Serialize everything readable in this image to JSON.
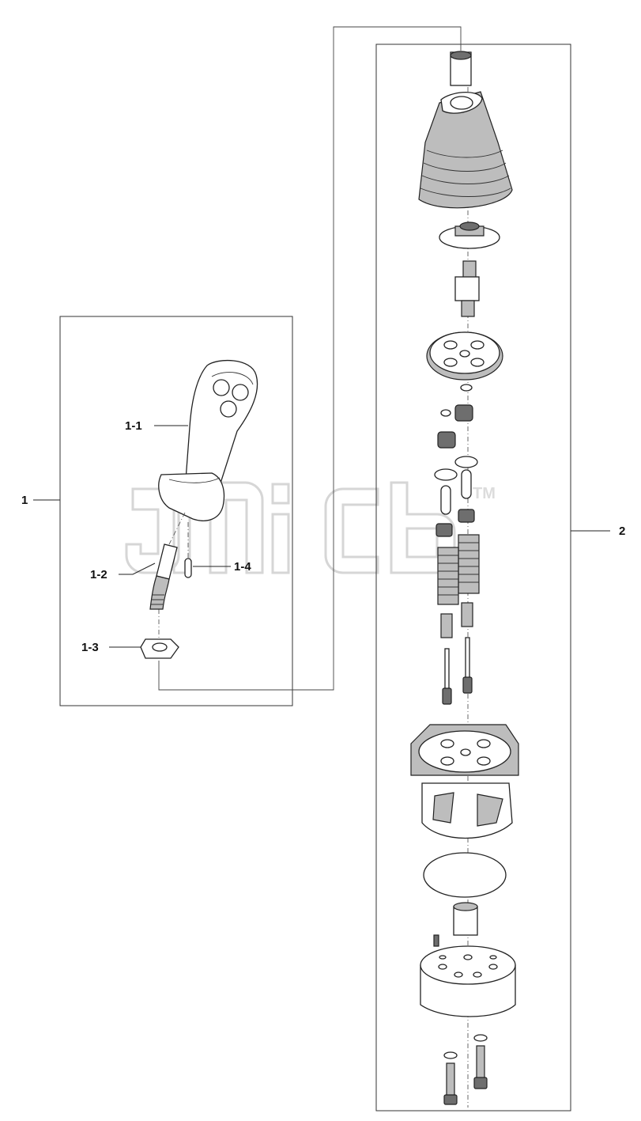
{
  "watermark": {
    "text": "TM"
  },
  "labels": {
    "assembly_1": "1",
    "assembly_2": "2",
    "part_1_1": "1-1",
    "part_1_2": "1-2",
    "part_1_3": "1-3",
    "part_1_4": "1-4"
  },
  "colors": {
    "line": "#222222",
    "part_fill": "#ffffff",
    "shade": "#bdbdbd",
    "watermark": "#dcdcdc"
  }
}
